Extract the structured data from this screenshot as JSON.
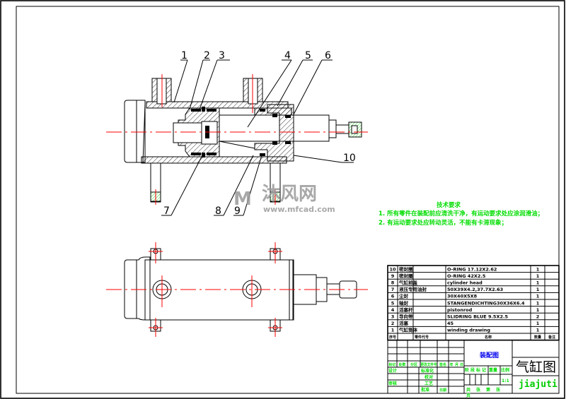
{
  "drawing": {
    "title": "气缸图",
    "drawing_code": "jiajuti",
    "assembly_label": "装配图",
    "scale": "1:1",
    "colors": {
      "centerline": "#ff0000",
      "notes": "#00dd00",
      "label_blue": "#0000ee"
    }
  },
  "part_labels": [
    "1",
    "2",
    "3",
    "4",
    "5",
    "6",
    "7",
    "8",
    "9",
    "10"
  ],
  "tech_requirements": {
    "heading": "技术要求",
    "items": [
      "1. 所有零件在装配前应清洗干净，有运动要求处应涂润滑油；",
      "2. 有运动要求处应转动灵活，不能有卡滞现象；"
    ]
  },
  "bom": {
    "headers": [
      "序号",
      "零件代号",
      "名称",
      "数量",
      "备注"
    ],
    "rows": [
      {
        "no": "10",
        "name_cn": "密封圈",
        "spec": "O-RING 17.12X2.62",
        "qty": "1"
      },
      {
        "no": "9",
        "name_cn": "密封圈",
        "spec": "O-RING 42X2.5",
        "qty": "1"
      },
      {
        "no": "8",
        "name_cn": "气缸前盖",
        "spec": "cylinder head",
        "qty": "1"
      },
      {
        "no": "7",
        "name_cn": "液压专用油封",
        "spec": "50X39X4.2,37.7X2.63",
        "qty": "1"
      },
      {
        "no": "6",
        "name_cn": "尘封",
        "spec": "30X40X5X8",
        "qty": "1"
      },
      {
        "no": "5",
        "name_cn": "轴封",
        "spec": "STANGENDICHTING30X36X6.4",
        "qty": "1"
      },
      {
        "no": "4",
        "name_cn": "活塞杆",
        "spec": "pistonrod",
        "qty": "1"
      },
      {
        "no": "3",
        "name_cn": "导向带",
        "spec": "SLIDRING BLUE 9.5X2.5",
        "qty": "2"
      },
      {
        "no": "2",
        "name_cn": "活塞",
        "spec": "45",
        "qty": "1"
      },
      {
        "no": "1",
        "name_cn": "气缸筒体",
        "spec": "winding drawing",
        "qty": "1"
      }
    ]
  },
  "title_block": {
    "change_row": [
      "标记",
      "处数",
      "分区",
      "更改文件号",
      "签名",
      "年",
      "月",
      "日"
    ],
    "design": "设计",
    "standardization": "标准化",
    "check": "审核",
    "process": "工艺",
    "approve": "批准",
    "count_label": "校对",
    "date_label": "日期",
    "stage_labels": [
      "阶",
      "段",
      "标",
      "记"
    ],
    "weight_label": "重量",
    "scale_label": "比例",
    "sheet_labels": [
      "共",
      "张",
      "第",
      "张"
    ],
    "sheet_suffix": "页"
  },
  "watermark": {
    "brand_cn": "沐风网",
    "url": "www.mfcad.com"
  }
}
